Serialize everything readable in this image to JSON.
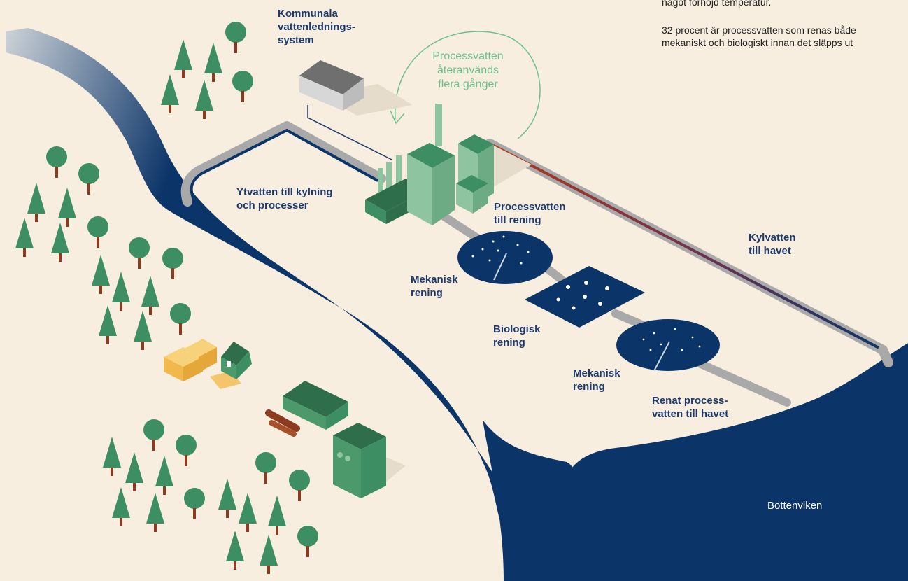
{
  "labels": {
    "municipal": "Kommunala\nvattenlednings-\nsystem",
    "reused": "Processvatten\nåteranvänds\nflera gånger",
    "intake": "Ytvatten till kylning\noch processer",
    "process_to_treatment": "Processvatten\ntill rening",
    "cooling": "Kylvatten\ntill havet",
    "mech1": "Mekanisk\nrening",
    "bio": "Biologisk\nrening",
    "mech2": "Mekanisk\nrening",
    "treated": "Renat process-\nvatten till havet",
    "sea": "Bottenviken"
  },
  "text": {
    "line_top": "något förhöjd temperatur.",
    "line_a": "32 procent är processvatten som renas både",
    "line_b": "mekaniskt och biologiskt innan det släpps ut"
  },
  "colors": {
    "background": "#f8eedf",
    "water": "#0b3468",
    "tree": "#3d8f63",
    "building": "#4c9a6c",
    "pipe": "#a9a9a9",
    "hot_pipe": "#a9381f",
    "label": "#1d3a6e",
    "reuse": "#6cc28f"
  }
}
